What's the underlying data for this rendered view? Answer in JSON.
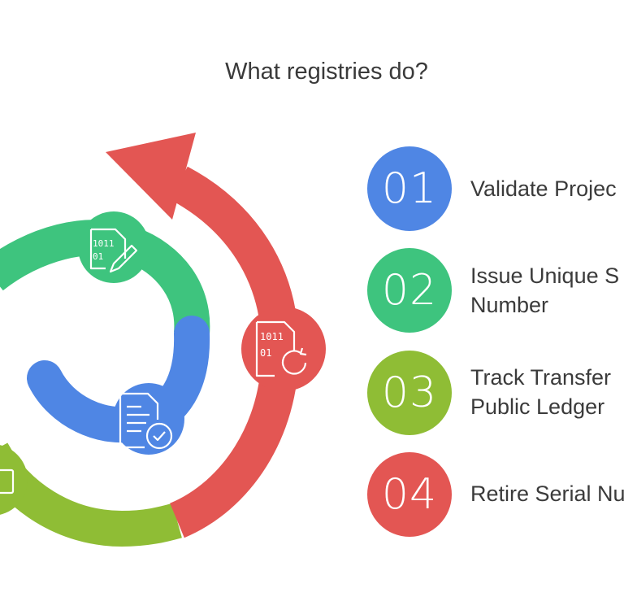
{
  "title": "What registries do?",
  "colors": {
    "blue": "#4f86e4",
    "green": "#3ec47e",
    "lime": "#8fbd35",
    "red": "#e35653"
  },
  "steps": [
    {
      "number": "01",
      "lines": [
        "Validate Projec"
      ],
      "color": "#4f86e4",
      "icon": "code-document-edit-icon"
    },
    {
      "number": "02",
      "lines": [
        "Issue Unique S",
        "Number"
      ],
      "color": "#3ec47e",
      "icon": "document-check-icon"
    },
    {
      "number": "03",
      "lines": [
        "Track Transfer",
        "Public Ledger"
      ],
      "color": "#8fbd35",
      "icon": "laptop-icon"
    },
    {
      "number": "04",
      "lines": [
        "Retire Serial Nu"
      ],
      "color": "#e35653",
      "icon": "code-document-refresh-icon"
    }
  ]
}
